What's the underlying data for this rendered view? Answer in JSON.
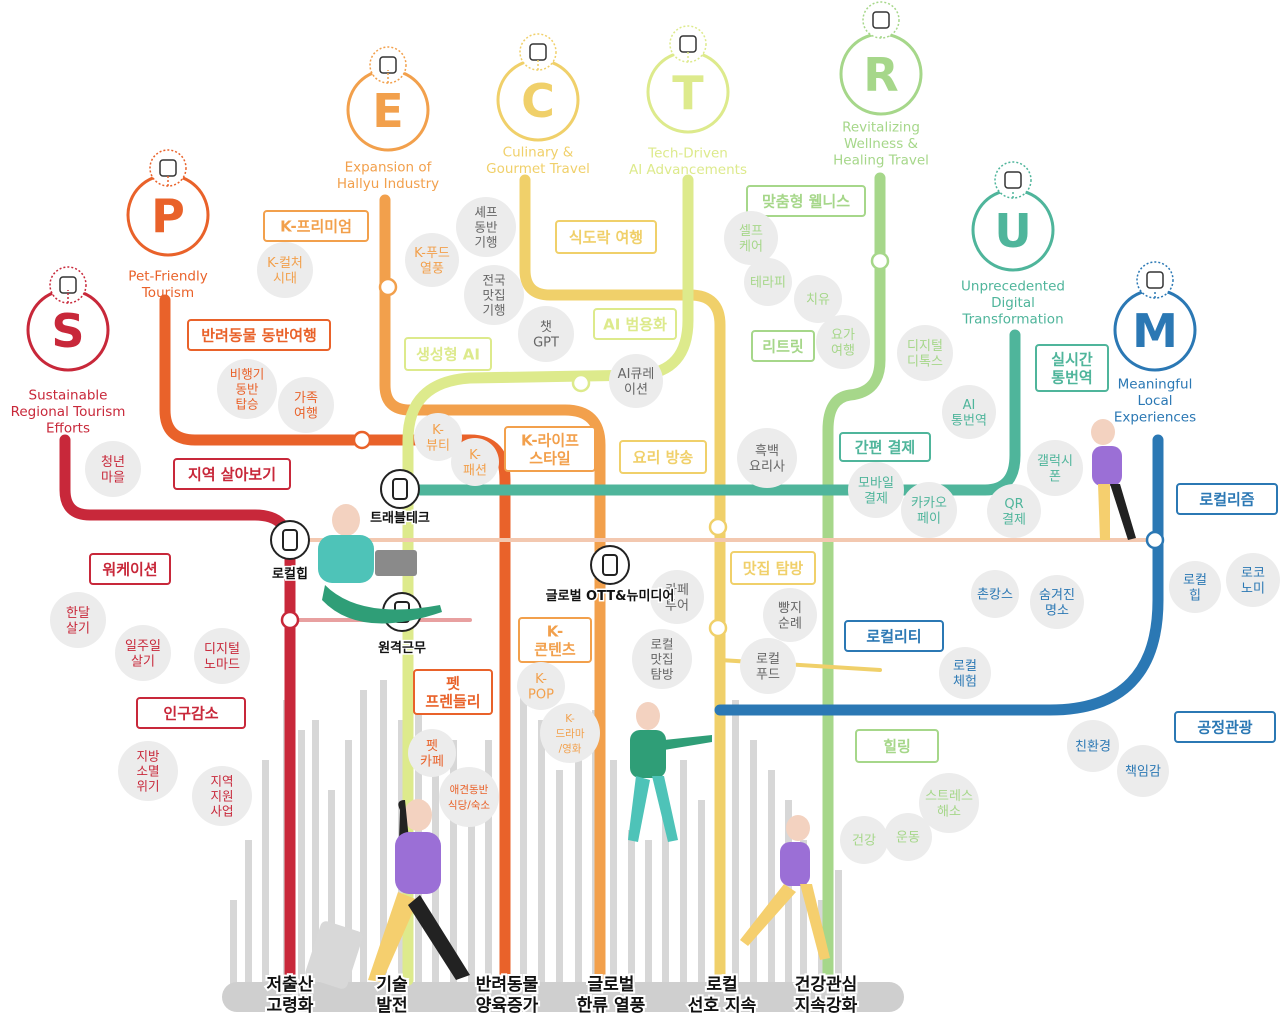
{
  "colors": {
    "S": "#c8283a",
    "P": "#e9622a",
    "E": "#f2a04c",
    "C": "#f0d06a",
    "T": "#ddea8c",
    "R": "#a6d78a",
    "U": "#4fb59b",
    "M": "#2b78b4",
    "bar": "#c9c9c9",
    "bubble": "#ececec",
    "bubble_text": "#666666"
  },
  "categories": [
    {
      "id": "S",
      "letter": "S",
      "label": "Sustainable\nRegional Tourism\nEfforts",
      "icon": "person-reading-icon"
    },
    {
      "id": "P",
      "letter": "P",
      "label": "Pet-Friendly\nTourism",
      "icon": "pet-bag-icon"
    },
    {
      "id": "E",
      "letter": "E",
      "label": "Expansion of\nHallyu Industry",
      "icon": "rock-hand-icon"
    },
    {
      "id": "C",
      "letter": "C",
      "label": "Culinary &\nGourmet Travel",
      "icon": "map-fork-icon"
    },
    {
      "id": "T",
      "letter": "T",
      "label": "Tech-Driven\nAI Advancements",
      "icon": "ai-document-icon"
    },
    {
      "id": "R",
      "letter": "R",
      "label": "Revitalizing\nWellness &\nHealing Travel",
      "icon": "meditation-icon"
    },
    {
      "id": "U",
      "letter": "U",
      "label": "Unprecedented\nDigital\nTransformation",
      "icon": "globe-hand-icon"
    },
    {
      "id": "M",
      "letter": "M",
      "label": "Meaningful\nLocal\nExperiences",
      "icon": "mountain-card-icon"
    }
  ],
  "keywords": [
    {
      "text": "K-프리미엄",
      "color": "E"
    },
    {
      "text": "식도락 여행",
      "color": "C"
    },
    {
      "text": "맞춤형 웰니스",
      "color": "R"
    },
    {
      "text": "반려동물 동반여행",
      "color": "P"
    },
    {
      "text": "AI 범용화",
      "color": "T"
    },
    {
      "text": "생성형 AI",
      "color": "T"
    },
    {
      "text": "리트릿",
      "color": "R"
    },
    {
      "text": "실시간\n통번역",
      "color": "U"
    },
    {
      "text": "K-라이프\n스타일",
      "color": "E"
    },
    {
      "text": "요리 방송",
      "color": "C"
    },
    {
      "text": "간편 결제",
      "color": "U"
    },
    {
      "text": "지역 살아보기",
      "color": "S"
    },
    {
      "text": "로컬리즘",
      "color": "M"
    },
    {
      "text": "워케이션",
      "color": "S"
    },
    {
      "text": "맛집 탐방",
      "color": "C"
    },
    {
      "text": "K-\n콘텐츠",
      "color": "E"
    },
    {
      "text": "로컬리티",
      "color": "M"
    },
    {
      "text": "펫\n프렌들리",
      "color": "P"
    },
    {
      "text": "인구감소",
      "color": "S"
    },
    {
      "text": "공정관광",
      "color": "M"
    },
    {
      "text": "힐링",
      "color": "R"
    }
  ],
  "bubbles": [
    {
      "text": "K-컬처\n시대",
      "color": "E"
    },
    {
      "text": "K-푸드\n열풍",
      "color": "E"
    },
    {
      "text": "셰프\n동반\n기행",
      "color": "gray"
    },
    {
      "text": "전국\n맛집\n기행",
      "color": "gray"
    },
    {
      "text": "챗\nGPT",
      "color": "gray"
    },
    {
      "text": "AI큐레\n이션",
      "color": "gray"
    },
    {
      "text": "셀프\n케어",
      "color": "R"
    },
    {
      "text": "테라피",
      "color": "R"
    },
    {
      "text": "치유",
      "color": "R"
    },
    {
      "text": "요가\n여행",
      "color": "R"
    },
    {
      "text": "디지털\n디톡스",
      "color": "R"
    },
    {
      "text": "AI\n통번역",
      "color": "U"
    },
    {
      "text": "비행기\n동반\n탑승",
      "color": "P"
    },
    {
      "text": "가족\n여행",
      "color": "P"
    },
    {
      "text": "K-\n뷰티",
      "color": "E"
    },
    {
      "text": "K-\n패션",
      "color": "E"
    },
    {
      "text": "흑백\n요리사",
      "color": "gray"
    },
    {
      "text": "모바일\n결제",
      "color": "U"
    },
    {
      "text": "카카오\n페이",
      "color": "U"
    },
    {
      "text": "QR\n결제",
      "color": "U"
    },
    {
      "text": "갤럭시\n폰",
      "color": "U"
    },
    {
      "text": "청년\n마을",
      "color": "S"
    },
    {
      "text": "한달\n살기",
      "color": "S"
    },
    {
      "text": "일주일\n살기",
      "color": "S"
    },
    {
      "text": "디지털\n노마드",
      "color": "S"
    },
    {
      "text": "카페\n투어",
      "color": "gray"
    },
    {
      "text": "빵지\n순례",
      "color": "gray"
    },
    {
      "text": "로컬\n맛집\n탐방",
      "color": "gray"
    },
    {
      "text": "로컬\n푸드",
      "color": "gray"
    },
    {
      "text": "K-\nPOP",
      "color": "E"
    },
    {
      "text": "K-\n드라마\n/영화",
      "color": "E"
    },
    {
      "text": "촌캉스",
      "color": "M"
    },
    {
      "text": "숨겨진\n명소",
      "color": "M"
    },
    {
      "text": "로컬\n체험",
      "color": "M"
    },
    {
      "text": "로컬\n힙",
      "color": "M"
    },
    {
      "text": "로코\n노미",
      "color": "M"
    },
    {
      "text": "지방\n소멸\n위기",
      "color": "S"
    },
    {
      "text": "지역\n지원\n사업",
      "color": "S"
    },
    {
      "text": "펫\n카페",
      "color": "P"
    },
    {
      "text": "애견동반\n식당/숙소",
      "color": "P"
    },
    {
      "text": "친환경",
      "color": "M"
    },
    {
      "text": "책임감",
      "color": "M"
    },
    {
      "text": "스트레스\n해소",
      "color": "R"
    },
    {
      "text": "건강",
      "color": "R"
    },
    {
      "text": "운동",
      "color": "R"
    }
  ],
  "stations": [
    {
      "text": "트래블테크",
      "icon": "phone-location-icon"
    },
    {
      "text": "로컬힙",
      "icon": "surf-wave-icon"
    },
    {
      "text": "글로벌 OTT&뉴미디어",
      "icon": "tv-play-icon"
    },
    {
      "text": "원격근무",
      "icon": "island-laptop-icon"
    }
  ],
  "bottom_labels": [
    {
      "text": "저출산\n고령화"
    },
    {
      "text": "기술\n발전"
    },
    {
      "text": "반려동물\n양육증가"
    },
    {
      "text": "글로벌\n한류 열풍"
    },
    {
      "text": "로컬\n선호 지속"
    },
    {
      "text": "건강관심\n지속강화"
    }
  ]
}
